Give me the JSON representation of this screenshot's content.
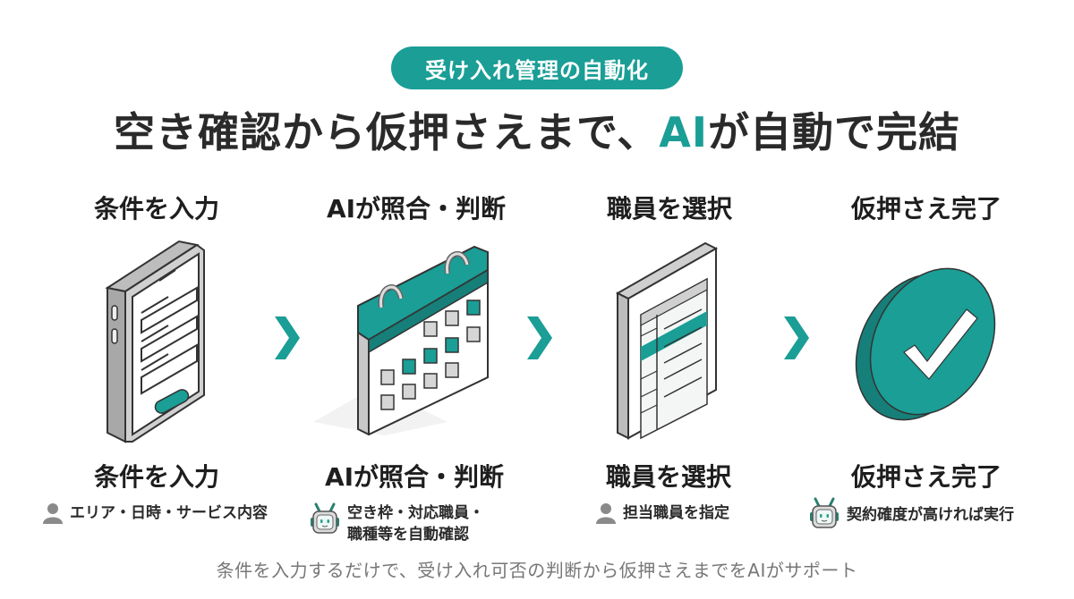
{
  "header": {
    "badge": "受け入れ管理の自動化",
    "headline_pre": "空き確認から仮押さえまで、",
    "headline_accent": "AI",
    "headline_post": "が自動で完結"
  },
  "colors": {
    "accent": "#1a9e96",
    "text_dark": "#2a2a2a",
    "text_muted": "#777777",
    "icon_gray": "#8a8a8a"
  },
  "steps": [
    {
      "title": "条件を入力",
      "illustration": "smartphone-form-icon",
      "caption_title": "条件を入力",
      "caption_icon": "person-icon",
      "caption_lines": [
        "エリア・日時・サービス内容"
      ]
    },
    {
      "title": "AIが照合・判断",
      "illustration": "calendar-icon",
      "caption_title": "AIが照合・判断",
      "caption_icon": "robot-icon",
      "caption_lines": [
        "空き枠・対応職員・",
        "職種等を自動確認"
      ]
    },
    {
      "title": "職員を選択",
      "illustration": "staff-list-document-icon",
      "caption_title": "職員を選択",
      "caption_icon": "person-icon",
      "caption_lines": [
        "担当職員を指定"
      ]
    },
    {
      "title": "仮押さえ完了",
      "illustration": "checkmark-circle-icon",
      "caption_title": "仮押さえ完了",
      "caption_icon": "robot-icon",
      "caption_lines": [
        "契約確度が高ければ実行"
      ]
    }
  ],
  "footer": "条件を入力するだけで、受け入れ可否の判断から仮押さえまでをAIがサポート"
}
